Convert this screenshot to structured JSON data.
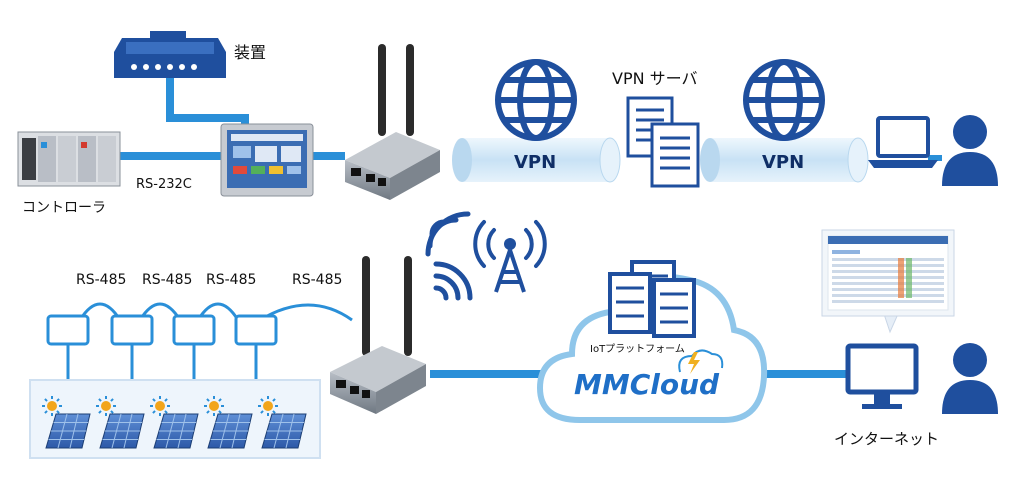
{
  "labels": {
    "device": "装置",
    "controller": "コントローラ",
    "rs232c": "RS-232C",
    "rs485_1": "RS-485",
    "rs485_2": "RS-485",
    "rs485_3": "RS-485",
    "rs485_4": "RS-485",
    "vpn_left": "VPN",
    "vpn_right": "VPN",
    "vpn_server": "VPN サーバ",
    "internet": "インターネット",
    "cloud_caption": "IoTプラットフォーム",
    "cloud_logo": "MMCloud"
  },
  "colors": {
    "line_blue": "#2a8fd8",
    "dark_blue": "#1f4f9e",
    "tube_blue": "#cfe6f7",
    "router_gray": "#8f98a3",
    "antenna_black": "#2b2b2b",
    "cloud_outline": "#8fc6ea"
  },
  "icons": [
    "device-box-icon",
    "plc-controller-icon",
    "hmi-panel-icon",
    "router-icon",
    "antenna-icon",
    "wifi-signal-icon",
    "cell-tower-icon",
    "globe-icon",
    "document-server-icon",
    "laptop-icon",
    "person-icon",
    "cloud-icon",
    "server-rack-icon",
    "monitor-icon",
    "solar-panel-icon",
    "sun-icon",
    "sensor-module-icon",
    "screenshot-thumbnail-icon"
  ]
}
